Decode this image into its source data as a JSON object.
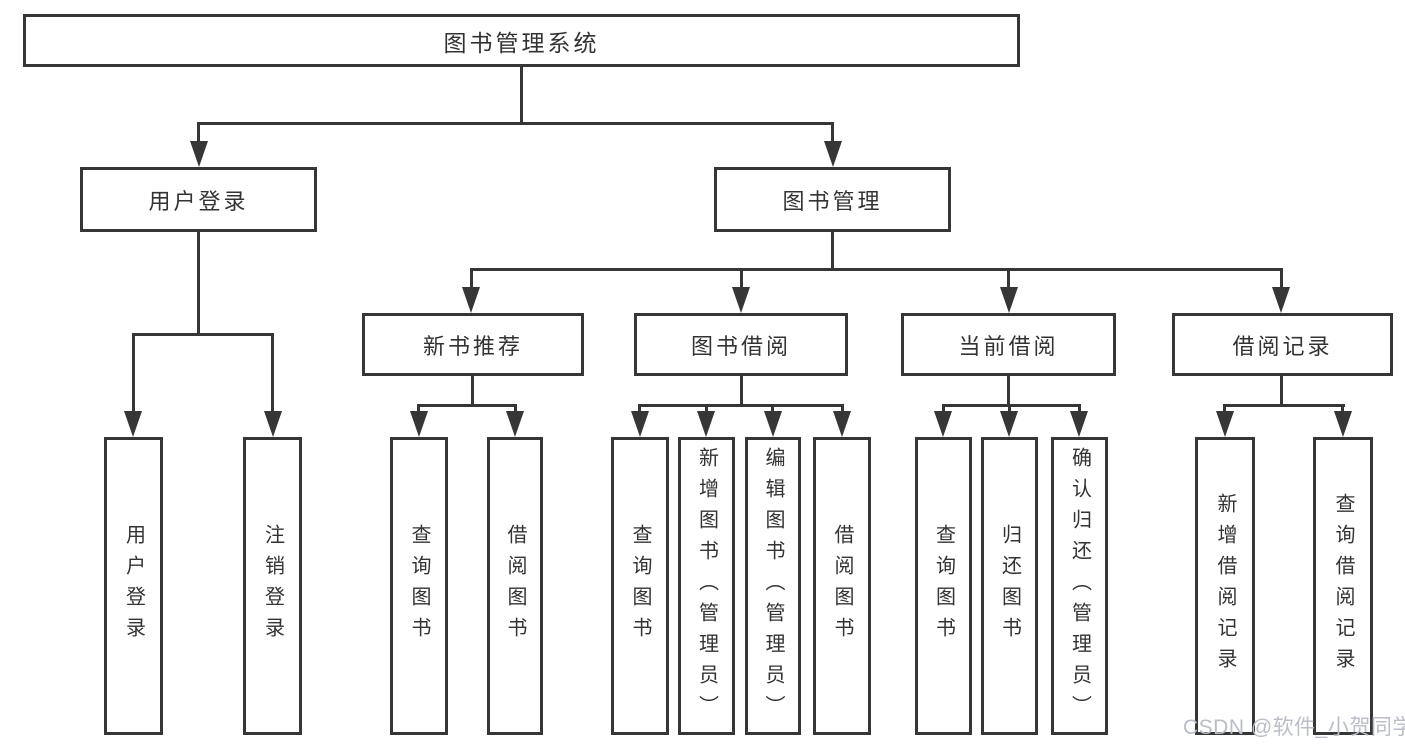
{
  "title": "图书管理系统",
  "diagram": {
    "root": {
      "label": "图书管理系统"
    },
    "level2": {
      "user_login": {
        "label": "用户登录",
        "parent": "root"
      },
      "book_management": {
        "label": "图书管理",
        "parent": "root"
      }
    },
    "level3": {
      "new_book_recommend": {
        "label": "新书推荐",
        "parent": "book_management"
      },
      "book_borrow": {
        "label": "图书借阅",
        "parent": "book_management"
      },
      "current_borrow": {
        "label": "当前借阅",
        "parent": "book_management"
      },
      "borrow_records": {
        "label": "借阅记录",
        "parent": "book_management"
      }
    },
    "leaves": {
      "user_login_action": {
        "label": "用户登录",
        "parent": "user_login"
      },
      "logout": {
        "label": "注销登录",
        "parent": "user_login"
      },
      "query_books_recommend": {
        "label": "查询图书",
        "parent": "new_book_recommend"
      },
      "borrow_books_recommend": {
        "label": "借阅图书",
        "parent": "new_book_recommend"
      },
      "query_books_borrow": {
        "label": "查询图书",
        "parent": "book_borrow"
      },
      "add_books_admin": {
        "label": "新增图书（管理员）",
        "parent": "book_borrow"
      },
      "edit_books_admin": {
        "label": "编辑图书（管理员）",
        "parent": "book_borrow"
      },
      "borrow_books": {
        "label": "借阅图书",
        "parent": "book_borrow"
      },
      "query_books_current": {
        "label": "查询图书",
        "parent": "current_borrow"
      },
      "return_books": {
        "label": "归还图书",
        "parent": "current_borrow"
      },
      "confirm_return_admin": {
        "label": "确认归还（管理员）",
        "parent": "current_borrow"
      },
      "add_borrow_record": {
        "label": "新增借阅记录",
        "parent": "borrow_records"
      },
      "query_borrow_record": {
        "label": "查询借阅记录",
        "parent": "borrow_records"
      }
    }
  },
  "watermark": {
    "text": "CSDN @软件_小贺同学"
  },
  "colors": {
    "line": "#363636",
    "text": "#333333",
    "background": "#ffffff",
    "watermark": "#b9bec7"
  }
}
